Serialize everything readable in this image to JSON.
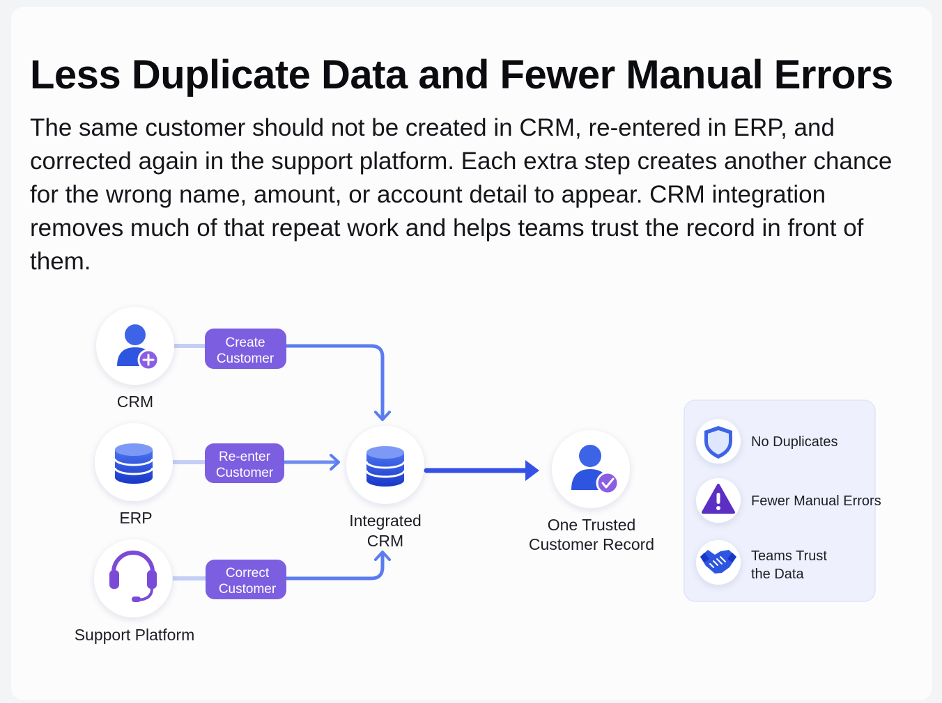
{
  "heading": "Less Duplicate Data and Fewer Manual Errors",
  "paragraph": "The same customer should not be created in CRM, re-entered in ERP, and corrected again in the support platform. Each extra step creates another chance for the wrong name, amount, or account detail to appear. CRM integration removes much of that repeat work and helps teams trust the record in front of them.",
  "sources": [
    {
      "label": "CRM",
      "icon": "user-plus-icon",
      "action": [
        "Create",
        "Customer"
      ]
    },
    {
      "label": "ERP",
      "icon": "database-icon",
      "action": [
        "Re-enter",
        "Customer"
      ]
    },
    {
      "label": "Support Platform",
      "icon": "headset-icon",
      "action": [
        "Correct",
        "Customer"
      ]
    }
  ],
  "hub": {
    "label": [
      "Integrated",
      "CRM"
    ],
    "icon": "database-icon"
  },
  "result": {
    "label": [
      "One Trusted",
      "Customer Record"
    ],
    "icon": "user-check-icon"
  },
  "benefits": [
    {
      "icon": "shield-icon",
      "label": [
        "No Duplicates"
      ]
    },
    {
      "icon": "warning-icon",
      "label": [
        "Fewer Manual Errors"
      ]
    },
    {
      "icon": "handshake-icon",
      "label": [
        "Teams Trust",
        "the Data"
      ]
    }
  ],
  "colors": {
    "accent_blue": "#3b56e8",
    "pill_purple": "#7c5fe0",
    "icon_purple": "#7a4bd6",
    "db_blue": "#1f43d6"
  }
}
